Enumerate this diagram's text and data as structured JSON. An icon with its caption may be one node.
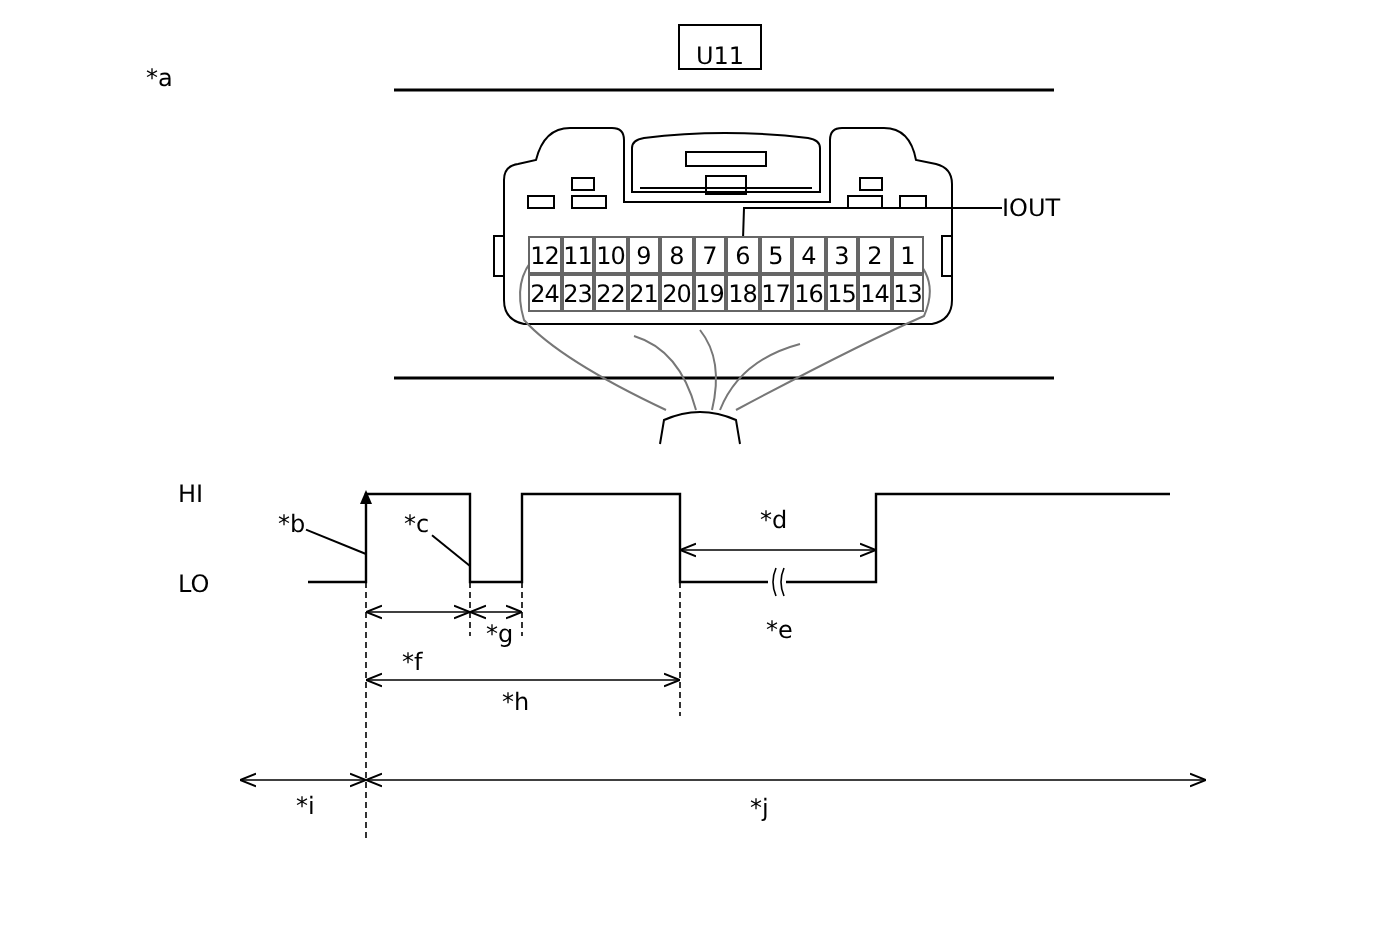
{
  "diagram": {
    "nodes": [
      {
        "text": [
          "U11"
        ]
      },
      {
        "text": [
          "12"
        ]
      },
      {
        "text": [
          "11"
        ]
      },
      {
        "text": [
          "10"
        ]
      },
      {
        "text": [
          "9"
        ]
      },
      {
        "text": [
          "8"
        ]
      },
      {
        "text": [
          "7"
        ]
      },
      {
        "text": [
          "6"
        ]
      },
      {
        "text": [
          "5"
        ]
      },
      {
        "text": [
          "4"
        ]
      },
      {
        "text": [
          "3"
        ]
      },
      {
        "text": [
          "2"
        ]
      },
      {
        "text": [
          "1"
        ]
      },
      {
        "text": [
          "24"
        ]
      },
      {
        "text": [
          "23"
        ]
      },
      {
        "text": [
          "22"
        ]
      },
      {
        "text": [
          "21"
        ]
      },
      {
        "text": [
          "20"
        ]
      },
      {
        "text": [
          "19"
        ]
      },
      {
        "text": [
          "18"
        ]
      },
      {
        "text": [
          "17"
        ]
      },
      {
        "text": [
          "16"
        ]
      },
      {
        "text": [
          "15"
        ]
      },
      {
        "text": [
          "14"
        ]
      },
      {
        "text": [
          "13"
        ]
      },
      {
        "text": [
          "IOUT"
        ]
      },
      {
        "text": [
          "*b"
        ]
      },
      {
        "text": [
          "*c"
        ]
      }
    ],
    "edges": [
      {
        "from": 25,
        "to": 7,
        "arrow": "none"
      },
      {
        "from": 26,
        "to": null,
        "arrow": "none"
      },
      {
        "from": 27,
        "to": null,
        "arrow": "none"
      }
    ],
    "labels": [
      "*a",
      "HI",
      "LO",
      "*d",
      "*g",
      "*e",
      "*f",
      "*h",
      "*i",
      "*j"
    ]
  }
}
